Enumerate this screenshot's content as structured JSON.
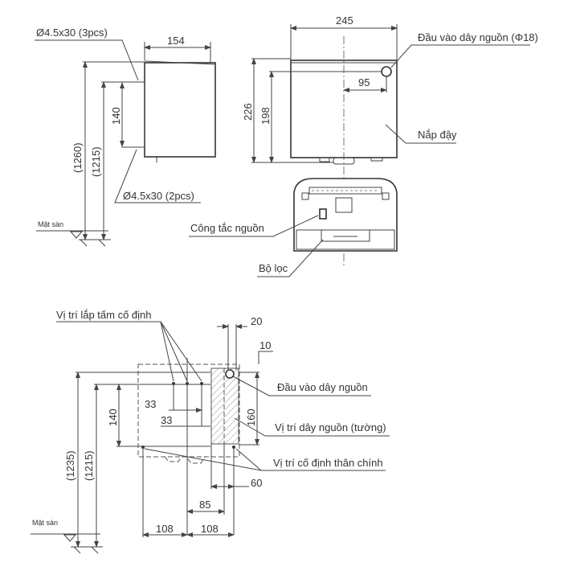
{
  "side_view": {
    "width_dim": "154",
    "height_1260": "(1260)",
    "height_1215": "(1215)",
    "plate_140": "140",
    "screw_top": "Ø4.5x30 (3pcs)",
    "screw_bottom": "Ø4.5x30 (2pcs)",
    "floor": "Mặt sàn"
  },
  "front_view": {
    "width_dim": "245",
    "height_226": "226",
    "height_198": "198",
    "offset_95": "95",
    "power_inlet": "Đầu vào dây nguồn (Φ18)",
    "cover": "Nắp đậy"
  },
  "bottom_view": {
    "power_switch": "Công tắc nguồn",
    "filter": "Bộ lọc"
  },
  "install_view": {
    "plate_position": "Vị trí lắp tấm cố định",
    "power_inlet": "Đầu vào dây nguồn",
    "wall_cable": "Vị trí dây nguồn (tường)",
    "body_fix": "Vị trí cố định thân chính",
    "floor": "Mặt sàn",
    "dim_20": "20",
    "dim_10": "10",
    "dim_33a": "33",
    "dim_33b": "33",
    "dim_140": "140",
    "dim_160": "160",
    "dim_60": "60",
    "dim_85": "85",
    "dim_108a": "108",
    "dim_108b": "108",
    "dim_1235": "(1235)",
    "dim_1215": "(1215)"
  }
}
